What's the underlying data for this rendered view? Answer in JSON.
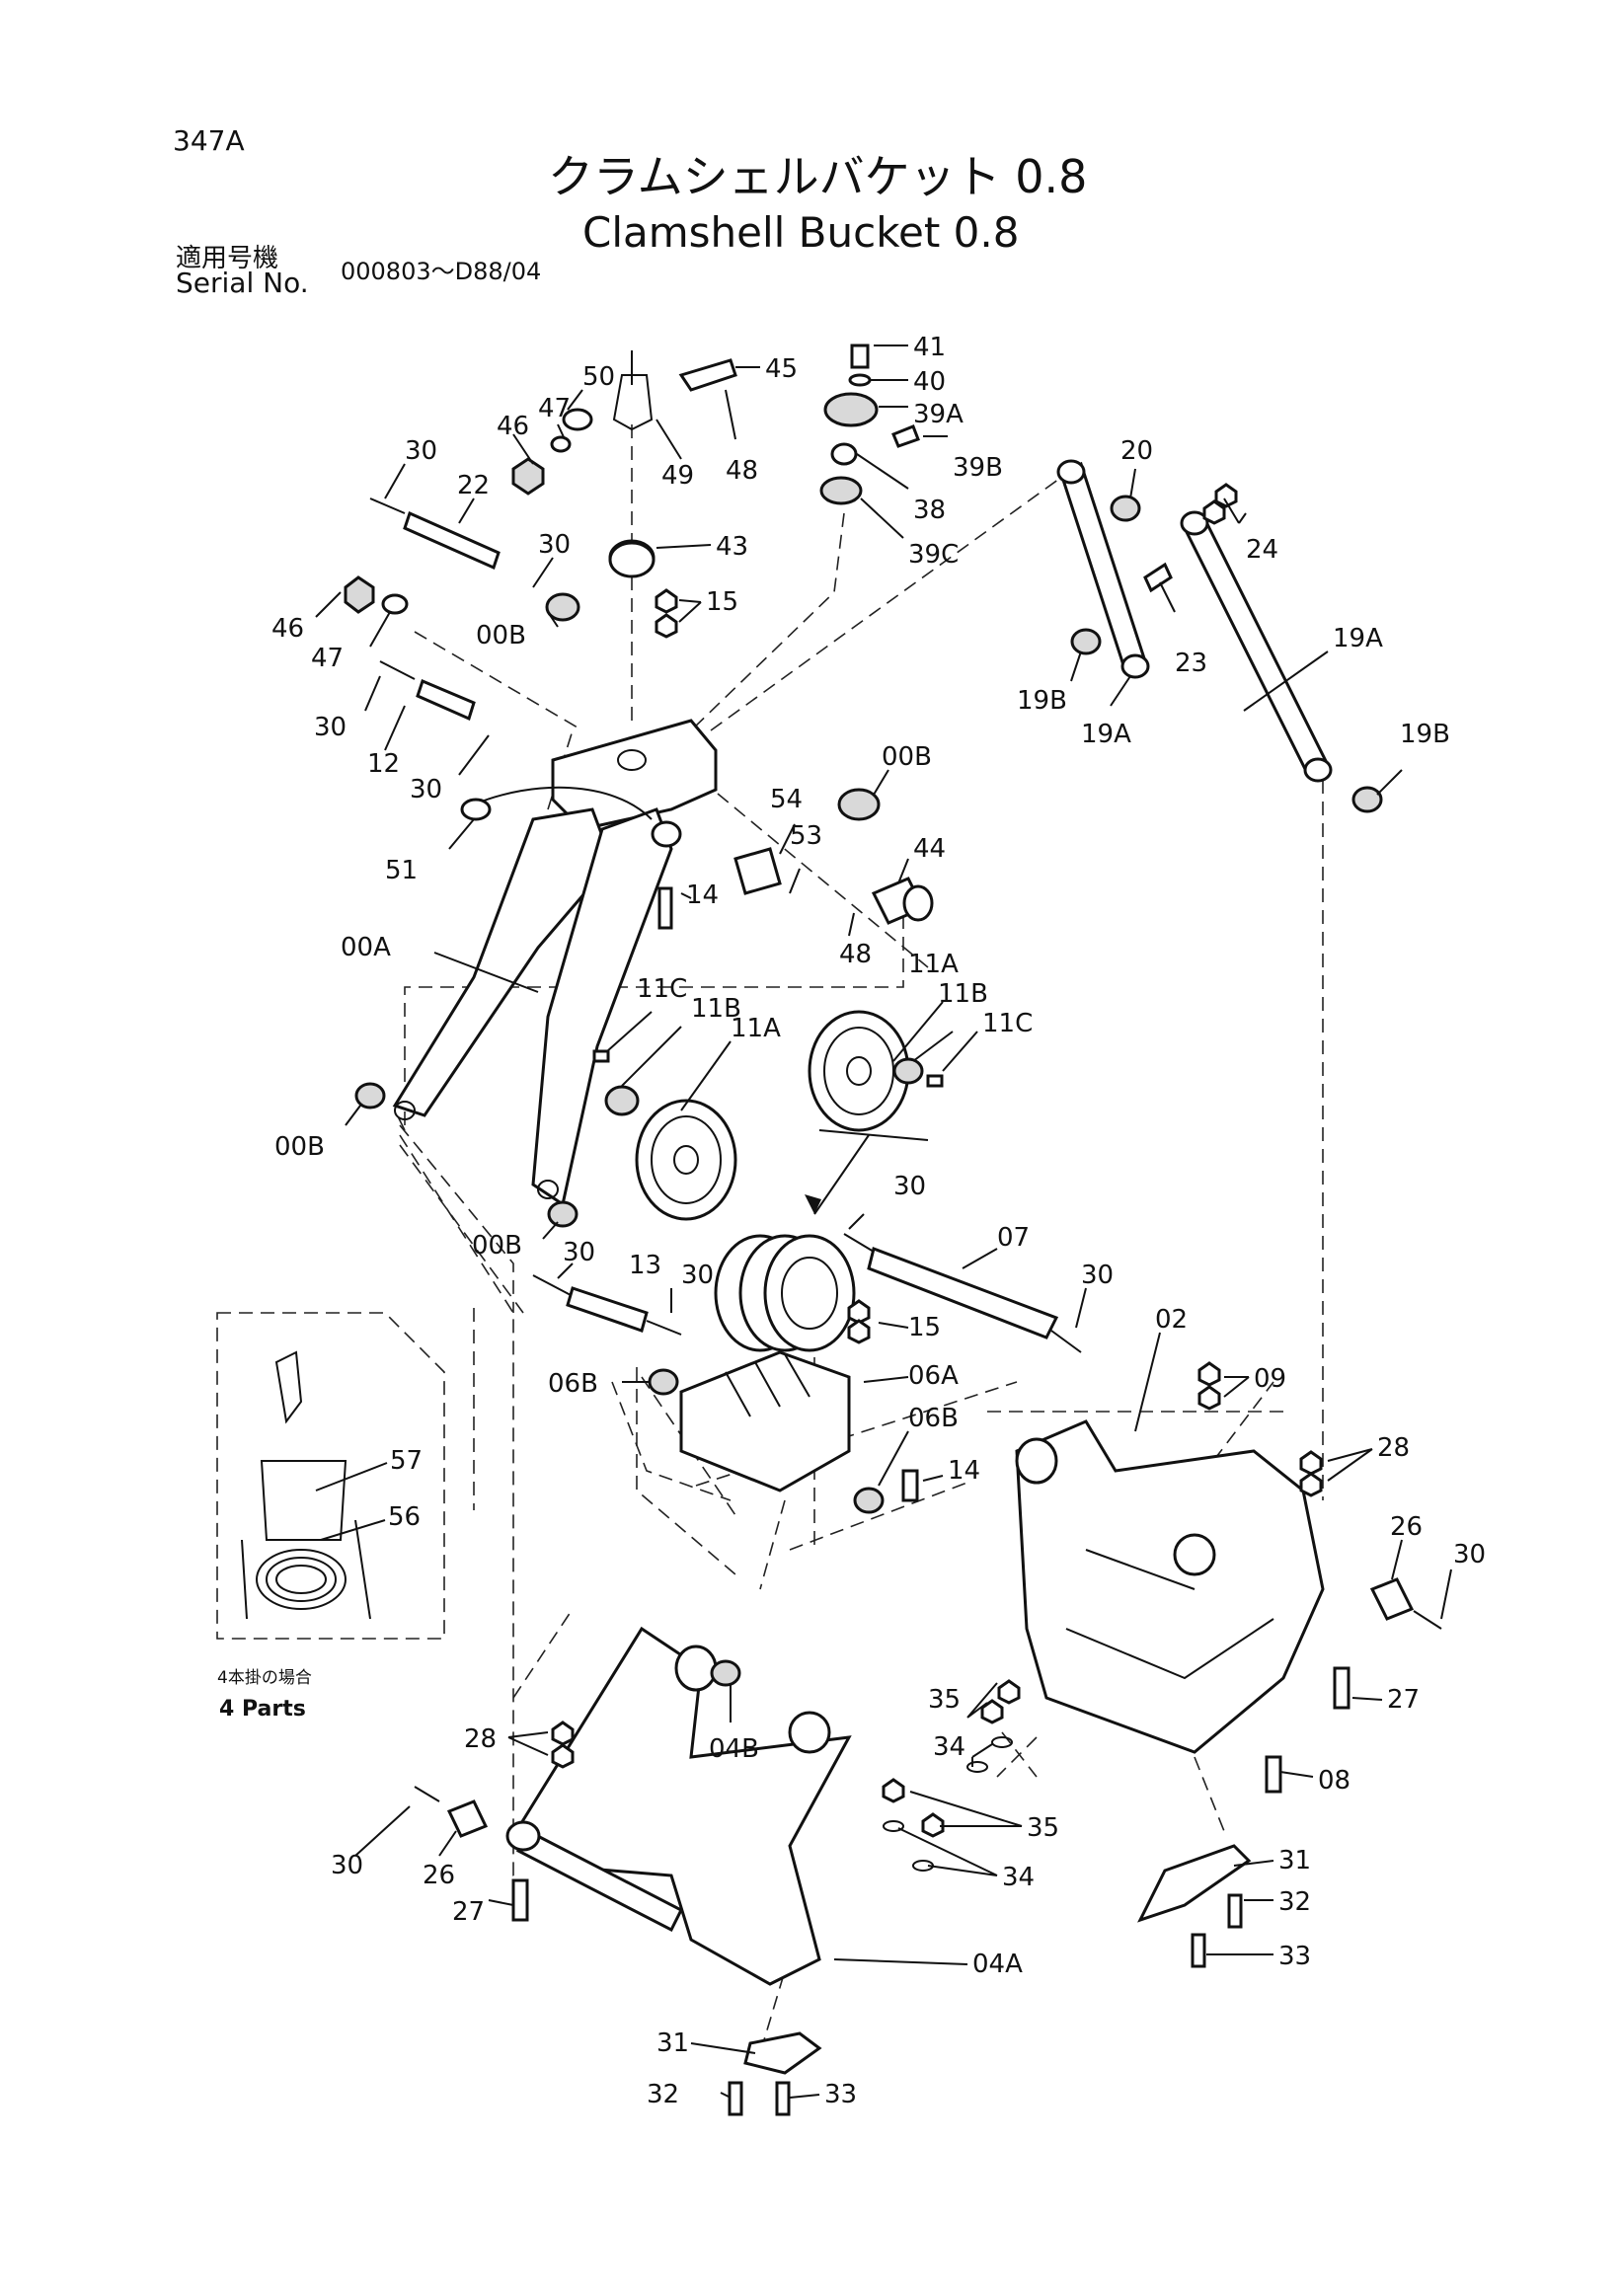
{
  "header": {
    "page_code": "347A",
    "title_jp": "クラムシェルバケット 0.8",
    "title_en": "Clamshell Bucket 0.8",
    "serial_label_jp": "適用号機",
    "serial_label_en": "Serial No.",
    "serial_range": "000803～D88/04"
  },
  "inset": {
    "caption_jp": "4本掛の場合",
    "caption_en": "4 Parts",
    "labels": [
      "57",
      "56"
    ]
  },
  "labels": {
    "l41": "41",
    "l40": "40",
    "l39A": "39A",
    "l39B": "39B",
    "l38": "38",
    "l39C": "39C",
    "l45": "45",
    "l50": "50",
    "l47a": "47",
    "l46a": "46",
    "l49": "49",
    "l48a": "48",
    "l30a": "30",
    "l22": "22",
    "l30b": "30",
    "l43": "43",
    "l15a": "15",
    "l46b": "46",
    "l47b": "47",
    "l00Ba": "00B",
    "l30c": "30",
    "l12": "12",
    "l30d": "30",
    "l51": "51",
    "l20": "20",
    "l24": "24",
    "l23": "23",
    "l19Ba": "19B",
    "l19Aa": "19A",
    "l19Ab": "19A",
    "l19Bb": "19B",
    "l00Bb": "00B",
    "l54": "54",
    "l53": "53",
    "l44": "44",
    "l14a": "14",
    "l48b": "48",
    "l00A": "00A",
    "l11Ca": "11C",
    "l11Ba": "11B",
    "l11Aa": "11A",
    "l11Ab": "11A",
    "l11Bb": "11B",
    "l11Cb": "11C",
    "l00Bc": "00B",
    "l30e": "30",
    "l07": "07",
    "l30f": "30",
    "l00Bd": "00B",
    "l30g": "30",
    "l13": "13",
    "l30h": "30",
    "l15b": "15",
    "l02": "02",
    "l06B": "06B",
    "l06A": "06A",
    "l06Bb": "06B",
    "l09": "09",
    "l14b": "14",
    "l28a": "28",
    "l26a": "26",
    "l30i": "30",
    "l27a": "27",
    "l28b": "28",
    "l04B": "04B",
    "l35a": "35",
    "l34a": "34",
    "l08": "08",
    "l30j": "30",
    "l26b": "26",
    "l27b": "27",
    "l35b": "35",
    "l34b": "34",
    "l31a": "31",
    "l32a": "32",
    "l33a": "33",
    "l04A": "04A",
    "l31b": "31",
    "l32b": "32",
    "l33b": "33"
  }
}
